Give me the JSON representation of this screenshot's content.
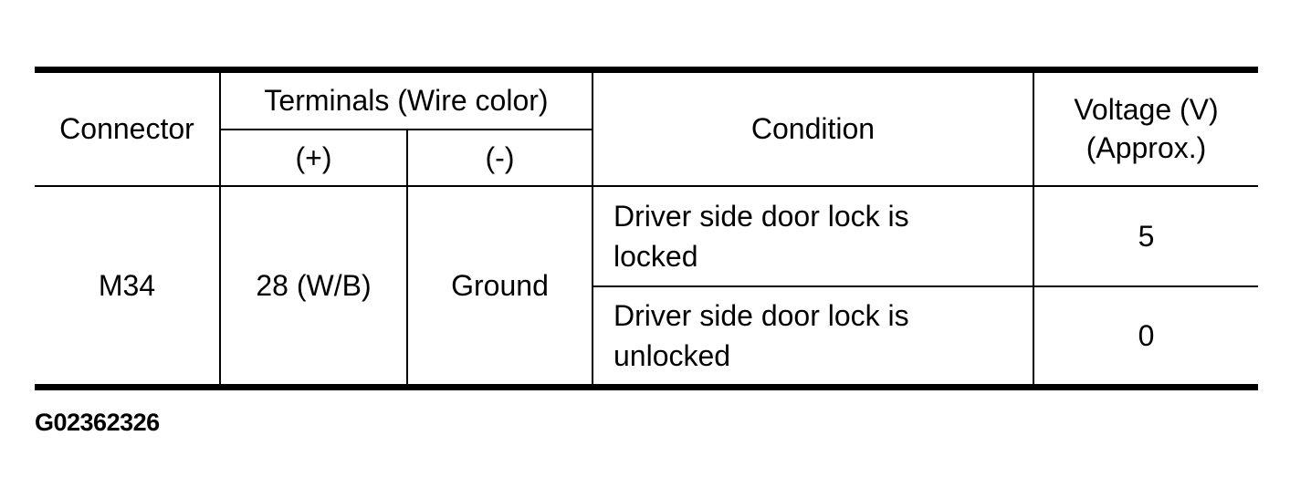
{
  "table": {
    "headers": {
      "connector": "Connector",
      "terminals": "Terminals (Wire color)",
      "terminal_plus": "(+)",
      "terminal_minus": "(-)",
      "condition": "Condition",
      "voltage_line1": "Voltage (V)",
      "voltage_line2": "(Approx.)"
    },
    "row": {
      "connector": "M34",
      "terminal_plus": "28 (W/B)",
      "terminal_minus": "Ground",
      "conditions": [
        {
          "condition": "Driver side door lock is locked",
          "voltage": "5"
        },
        {
          "condition": "Driver side door lock is unlocked",
          "voltage": "0"
        }
      ]
    }
  },
  "figure_id": "G02362326",
  "colors": {
    "text": "#000000",
    "background": "#ffffff",
    "border": "#000000"
  }
}
